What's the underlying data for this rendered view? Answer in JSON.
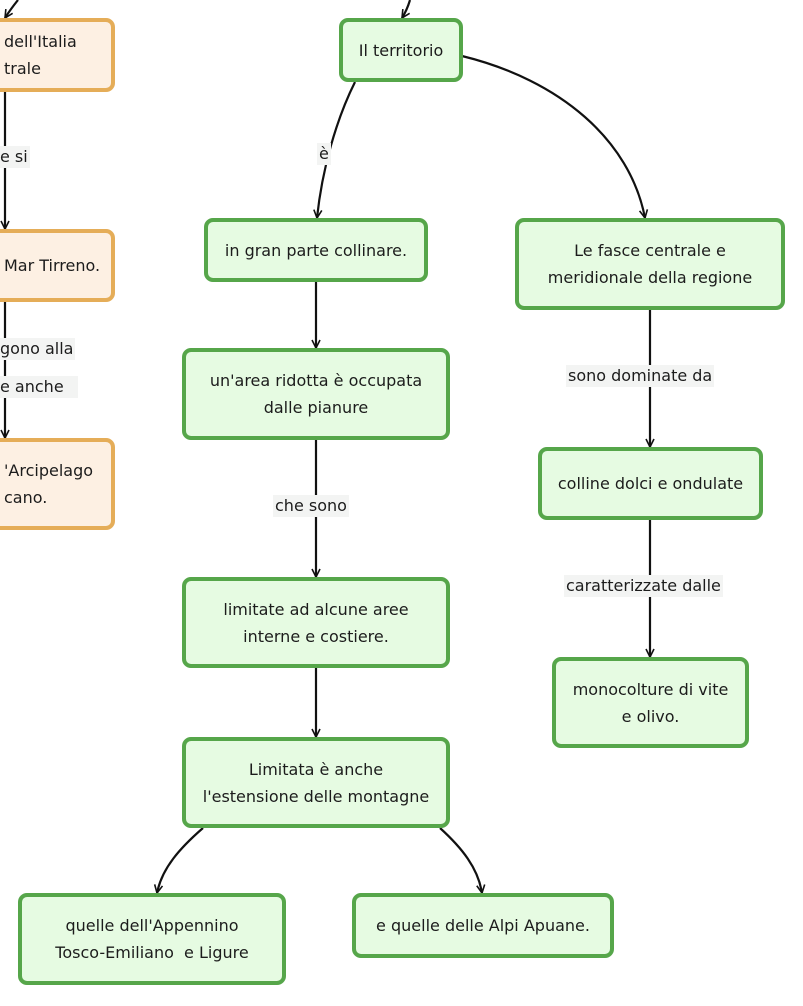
{
  "left_column": {
    "node_italia": "dell'Italia\ntrale",
    "label_si": "e si",
    "node_tirreno": "Mar Tirreno.",
    "label_alla": "gono alla",
    "label_anche": "e anche",
    "node_arcipelago": "'Arcipelago\ncano."
  },
  "main": {
    "territorio": "Il territorio",
    "label_e": "è",
    "collinare": "in gran parte collinare.",
    "area_ridotta": "un'area ridotta è occupata\ndalle pianure",
    "label_che_sono": "che sono",
    "limitate": "limitate ad alcune aree\ninterne e costiere.",
    "montagne": "Limitata è anche\nl'estensione delle montagne",
    "appennino": "quelle dell'Appennino\nTosco-Emiliano  e Ligure",
    "apuane": "e quelle delle Alpi Apuane."
  },
  "right_column": {
    "fasce": "Le fasce centrale e\nmeridionale della regione",
    "label_dominate": "sono dominate da",
    "colline": "colline dolci e ondulate",
    "label_caratterizzate": "caratterizzate dalle",
    "monocolture": "monocolture di vite\ne olivo."
  },
  "colors": {
    "node_fill": "#e6fbe2",
    "node_border": "#56a64a",
    "alt_node_fill": "#fdf0e3",
    "alt_node_border": "#e5ad58",
    "edge": "#111111"
  }
}
